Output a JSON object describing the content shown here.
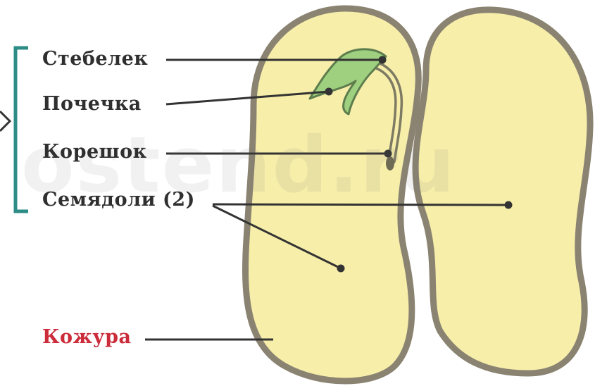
{
  "labels": {
    "stem": "Стебелек",
    "bud": "Почечка",
    "root": "Корешок",
    "cotyledons": "Семядоли (2)",
    "seed_coat": "Кожура"
  },
  "watermark": "ostend.ru",
  "colors": {
    "cotyledon_fill": "#f7eeaa",
    "seed_coat": "#8a8371",
    "leaf": "#9ed080",
    "bracket": "#2d8c86",
    "label_text": "#2f2f2f",
    "seed_coat_label": "#cc2b3a",
    "pointer_line": "#333333"
  }
}
